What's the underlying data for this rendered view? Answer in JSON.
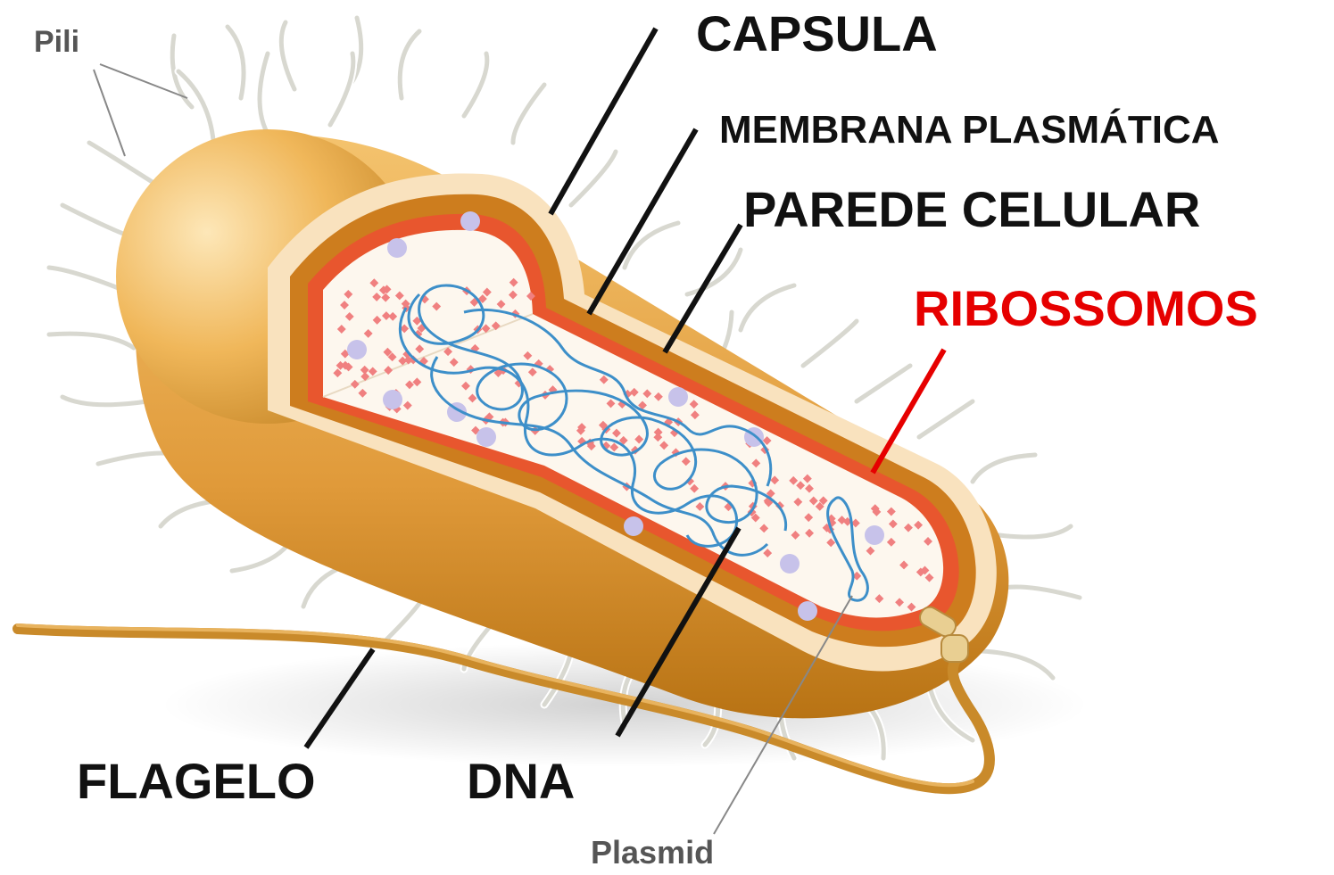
{
  "labels": {
    "pili": "Pili",
    "capsula": "CAPSULA",
    "membrana": "MEMBRANA PLASMÁTICA",
    "parede": "PAREDE CELULAR",
    "ribossomos": "RIBOSSOMOS",
    "flagelo": "FLAGELO",
    "dna": "DNA",
    "plasmid": "Plasmid"
  },
  "colors": {
    "capsule": "#f0b75a",
    "capsule_dark": "#c98a2a",
    "capsule_cut": "#f9e4c4",
    "cell_wall": "#cd7d1e",
    "membrane": "#e8562e",
    "cytoplasm": "#fdf7ee",
    "ribosome": "#f08080",
    "dna": "#3d8fc9",
    "pili": "#e6e6e0",
    "ribossomos_label": "#e60000",
    "label_text": "#111111"
  },
  "icons": [
    "bacterium-illustration"
  ]
}
